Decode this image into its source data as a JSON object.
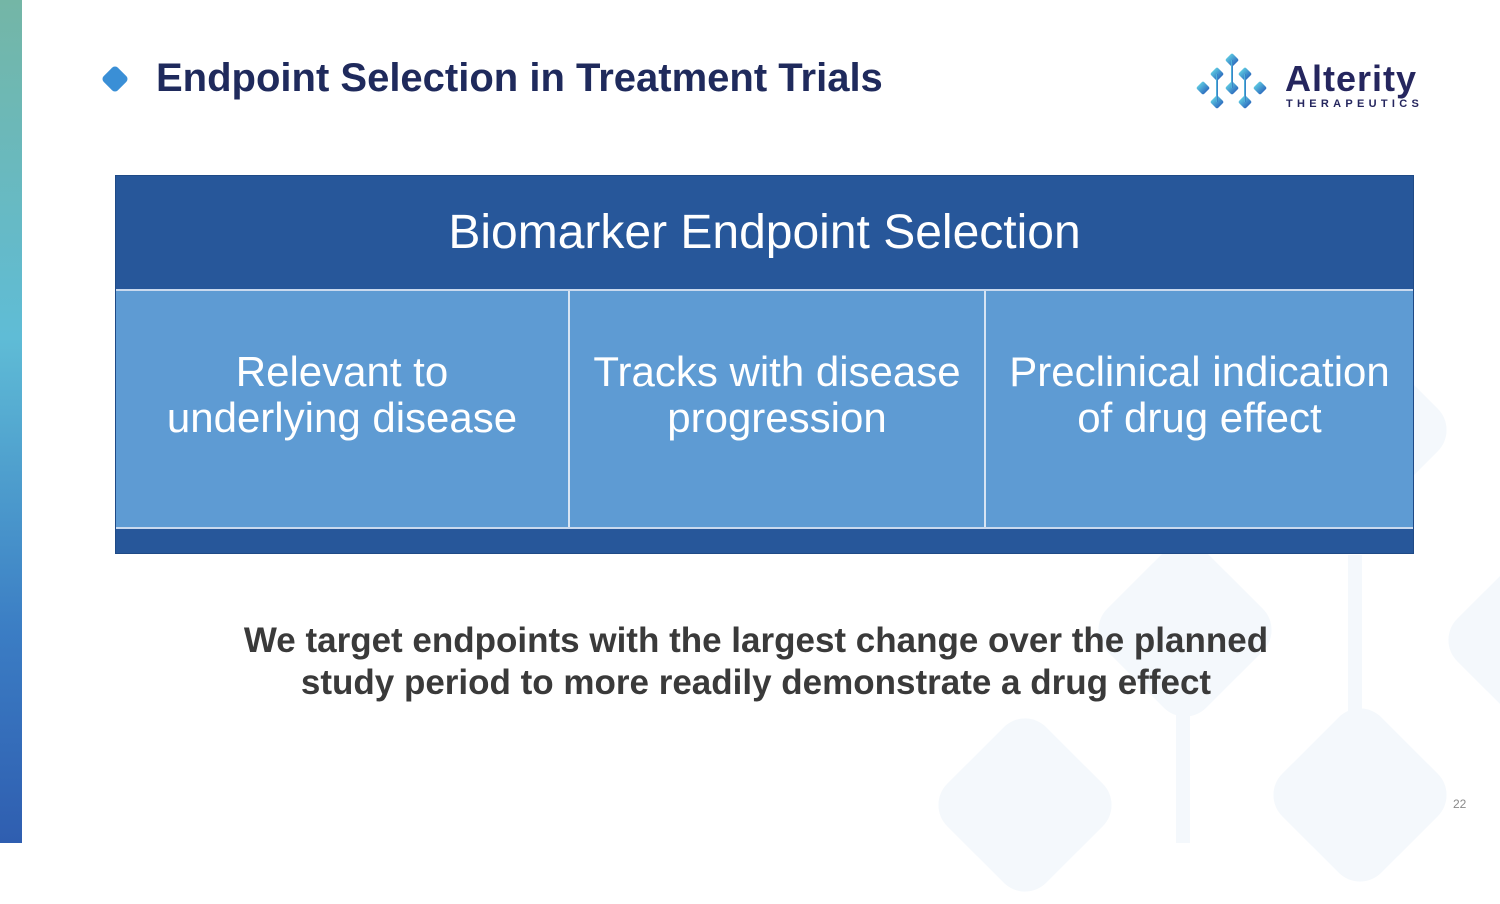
{
  "header": {
    "title": "Endpoint Selection in Treatment Trials"
  },
  "logo": {
    "name": "Alterity",
    "subtitle": "THERAPEUTICS"
  },
  "table": {
    "header": "Biomarker Endpoint Selection",
    "cells": [
      {
        "line1": "Relevant to",
        "line2": "underlying disease"
      },
      {
        "line1": "Tracks with disease",
        "line2": "progression"
      },
      {
        "line1": "Preclinical indication",
        "line2": "of drug effect"
      }
    ]
  },
  "tagline": {
    "line1": "We target endpoints with the largest change over the planned",
    "line2": "study period to more readily demonstrate a drug effect"
  },
  "page_number": "22",
  "colors": {
    "header_bg": "#27579a",
    "cell_bg": "#5e9bd3",
    "title": "#1f2a5c"
  }
}
